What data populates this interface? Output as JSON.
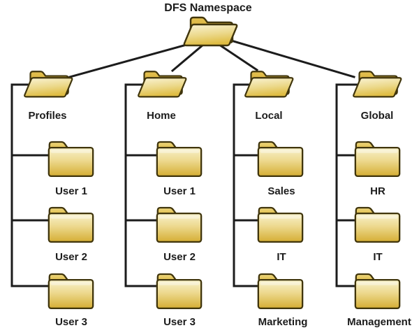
{
  "diagram": {
    "title": "DFS Namespace",
    "root": {
      "icon": "open-folder-icon"
    },
    "branches": [
      {
        "label": "Profiles",
        "icon": "open-folder-icon",
        "children": [
          "User 1",
          "User 2",
          "User 3"
        ]
      },
      {
        "label": "Home",
        "icon": "open-folder-icon",
        "children": [
          "User 1",
          "User 2",
          "User 3"
        ]
      },
      {
        "label": "Local",
        "icon": "open-folder-icon",
        "children": [
          "Sales",
          "IT",
          "Marketing"
        ]
      },
      {
        "label": "Global",
        "icon": "open-folder-icon",
        "children": [
          "HR",
          "IT",
          "Management"
        ]
      }
    ]
  },
  "colors": {
    "background": "#FFFFFF",
    "connector-line": "#1C1C1C",
    "text": "#1C1C1C",
    "folder-outline": "#40350C",
    "folder-body-light": "#F8F2CC",
    "folder-body-mid": "#EDD98F",
    "folder-body-gold": "#D5AE34",
    "folder-tab-light": "#EFD87E",
    "folder-tab-dark": "#D2A92C"
  }
}
